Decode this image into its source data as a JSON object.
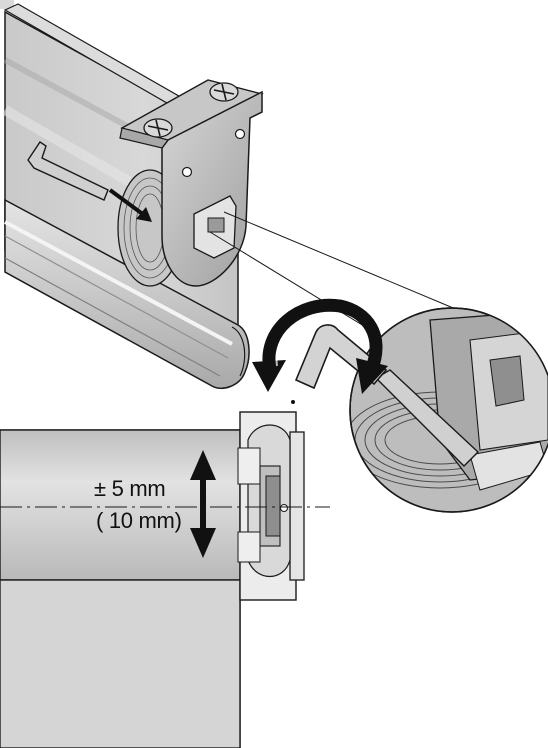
{
  "diagram": {
    "label_adjustment_range": "± 5 mm",
    "label_adjustment_total": "( 10 mm)"
  },
  "colors": {
    "stroke": "#1a1a1a",
    "fabric": "#cfcfcf",
    "metal": "#b8b8b8",
    "zoom_bg": "#bdbdbd",
    "arrow": "#111111"
  },
  "icons": {
    "rotation": "curved-double-arrow",
    "direction": "straight-arrow",
    "dimension": "double-headed-vertical-arrow"
  }
}
